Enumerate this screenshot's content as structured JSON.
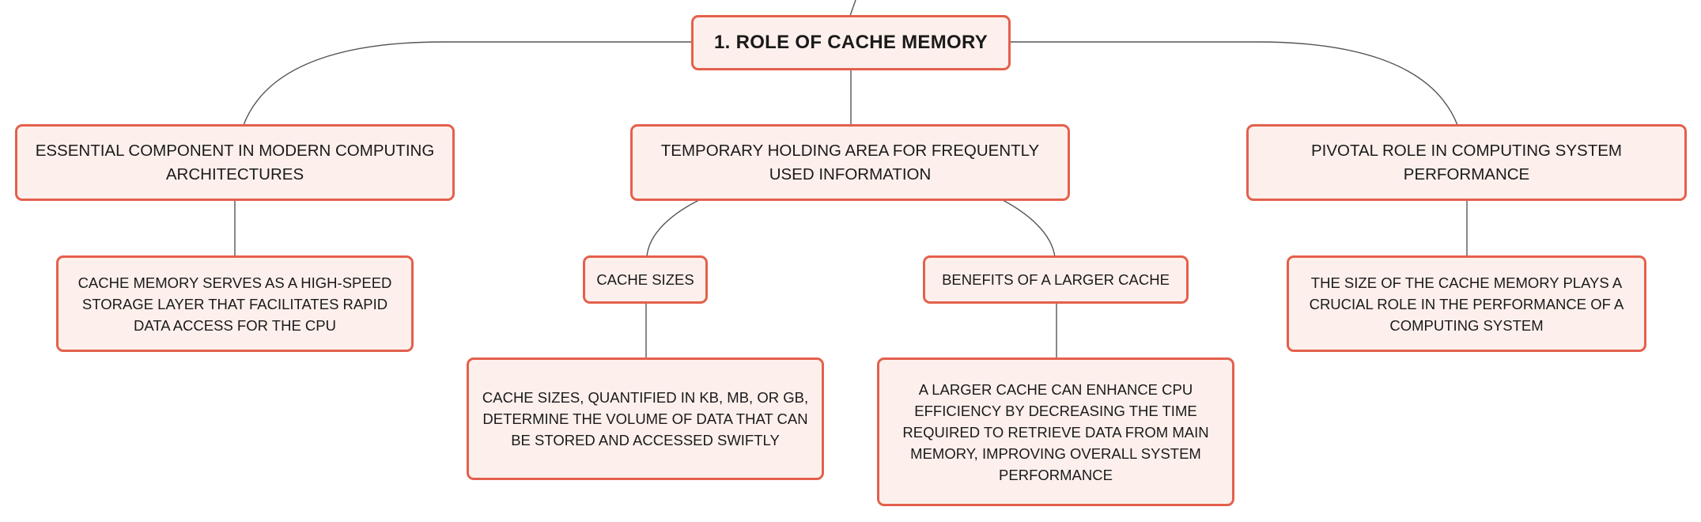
{
  "root": {
    "label": "1. ROLE OF CACHE MEMORY"
  },
  "branches": {
    "essential": {
      "label": "ESSENTIAL COMPONENT IN MODERN COMPUTING ARCHITECTURES",
      "detail": "CACHE MEMORY SERVES AS A HIGH-SPEED STORAGE LAYER THAT FACILITATES RAPID DATA ACCESS FOR THE CPU"
    },
    "temporary": {
      "label": "TEMPORARY HOLDING AREA FOR FREQUENTLY USED INFORMATION",
      "cache_sizes": {
        "label": "CACHE SIZES",
        "detail": "CACHE SIZES, QUANTIFIED IN KB, MB, OR GB, DETERMINE THE VOLUME OF DATA THAT CAN BE STORED AND ACCESSED SWIFTLY"
      },
      "benefits": {
        "label": "BENEFITS OF A LARGER CACHE",
        "detail": "A LARGER CACHE CAN ENHANCE CPU EFFICIENCY BY DECREASING THE TIME REQUIRED TO RETRIEVE DATA FROM MAIN MEMORY, IMPROVING OVERALL SYSTEM PERFORMANCE"
      }
    },
    "pivotal": {
      "label": "PIVOTAL ROLE IN COMPUTING SYSTEM PERFORMANCE",
      "detail": "THE SIZE OF THE CACHE MEMORY PLAYS A CRUCIAL ROLE IN THE PERFORMANCE OF A COMPUTING SYSTEM"
    }
  },
  "colors": {
    "node_fill": "#fdf0ec",
    "node_border": "#e4604c",
    "connector": "#555555"
  }
}
